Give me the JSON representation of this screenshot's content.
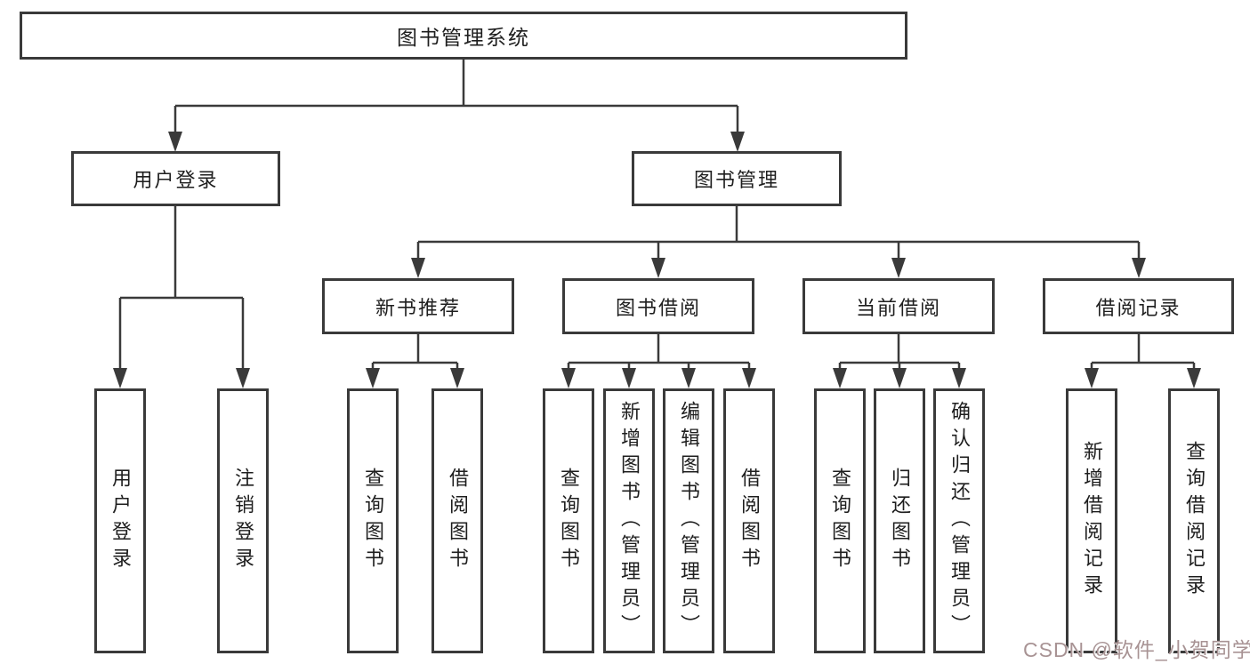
{
  "diagram": {
    "root": {
      "label": "图书管理系统"
    },
    "level2": [
      {
        "label": "用户登录"
      },
      {
        "label": "图书管理"
      }
    ],
    "level3": [
      {
        "label": "新书推荐"
      },
      {
        "label": "图书借阅"
      },
      {
        "label": "当前借阅"
      },
      {
        "label": "借阅记录"
      }
    ],
    "leaves": [
      {
        "label": "用户登录"
      },
      {
        "label": "注销登录"
      },
      {
        "label": "查询图书"
      },
      {
        "label": "借阅图书"
      },
      {
        "label": "查询图书"
      },
      {
        "label": "新增图书（管理员）"
      },
      {
        "label": "编辑图书（管理员）"
      },
      {
        "label": "借阅图书"
      },
      {
        "label": "查询图书"
      },
      {
        "label": "归还图书"
      },
      {
        "label": "确认归还（管理员）"
      },
      {
        "label": "新增借阅记录"
      },
      {
        "label": "查询借阅记录"
      }
    ],
    "line_color": "#3a3a3a"
  },
  "watermark": {
    "text": "CSDN @软件_小贺同学",
    "color": "#a89394"
  }
}
